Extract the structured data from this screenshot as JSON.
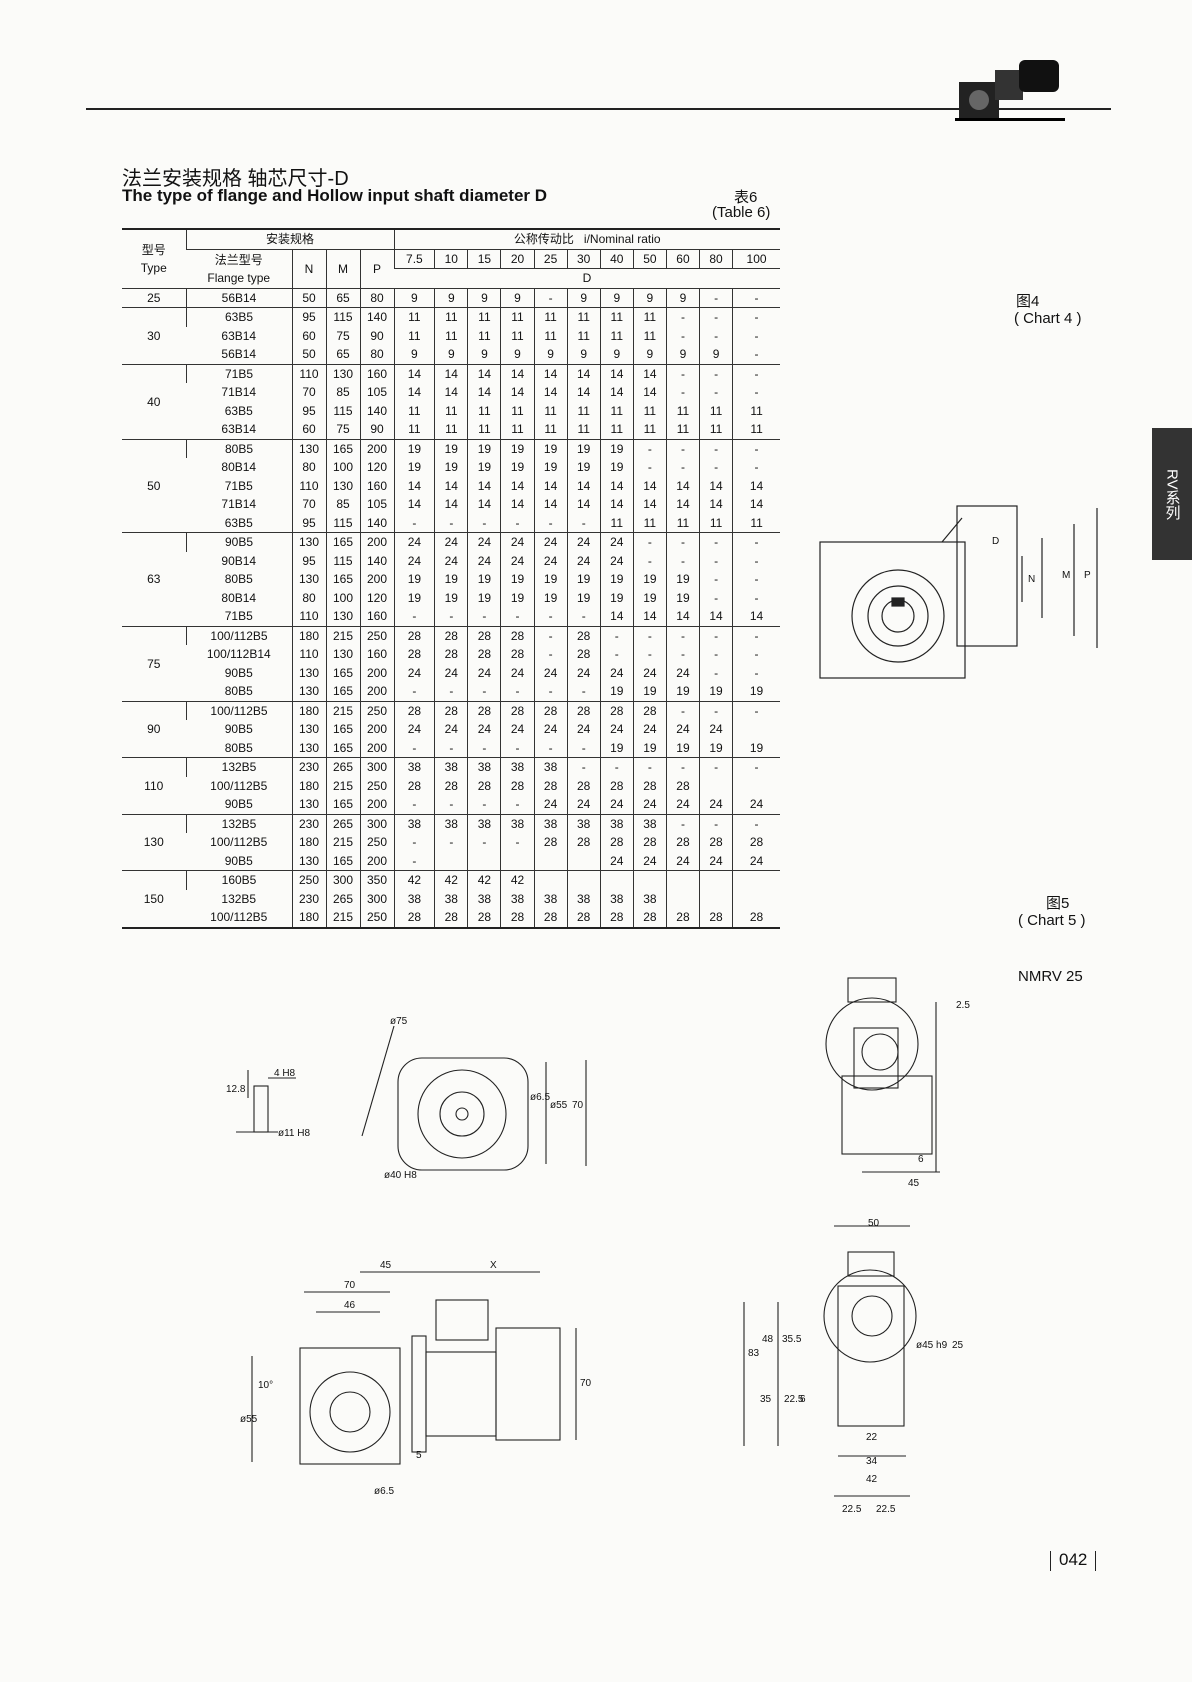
{
  "header": {
    "title_cn": "法兰安装规格 轴芯尺寸-D",
    "title_en": "The type of flange and Hollow input shaft diameter D",
    "table_cn": "表6",
    "table_en": "(Table 6)"
  },
  "side_tab": "RV系列",
  "captions": {
    "chart4_cn": "图4",
    "chart4_en": "( Chart 4 )",
    "chart5_cn": "图5",
    "chart5_en": "( Chart 5 )",
    "model": "NMRV   25"
  },
  "table": {
    "type_cn": "型号",
    "type_en": "Type",
    "install_cn": "安装规格",
    "flange_cn": "法兰型号",
    "flange_en": "Flange type",
    "col_n": "N",
    "col_m": "M",
    "col_p": "P",
    "ratio_cn": "公称传动比",
    "ratio_en": "i/Nominal ratio",
    "ratios": [
      "7.5",
      "10",
      "15",
      "20",
      "25",
      "30",
      "40",
      "50",
      "60",
      "80",
      "100"
    ],
    "d_label": "D",
    "groups": [
      {
        "type": "25",
        "rows": [
          {
            "flange": "56B14",
            "n": "50",
            "m": "65",
            "p": "80",
            "d": [
              "9",
              "9",
              "9",
              "9",
              "-",
              "9",
              "9",
              "9",
              "9",
              "-",
              "-"
            ]
          }
        ]
      },
      {
        "type": "30",
        "rows": [
          {
            "flange": "63B5",
            "n": "95",
            "m": "115",
            "p": "140",
            "d": [
              "11",
              "11",
              "11",
              "11",
              "11",
              "11",
              "11",
              "11",
              "-",
              "-",
              "-"
            ]
          },
          {
            "flange": "63B14",
            "n": "60",
            "m": "75",
            "p": "90",
            "d": [
              "11",
              "11",
              "11",
              "11",
              "11",
              "11",
              "11",
              "11",
              "-",
              "-",
              "-"
            ]
          },
          {
            "flange": "56B14",
            "n": "50",
            "m": "65",
            "p": "80",
            "d": [
              "9",
              "9",
              "9",
              "9",
              "9",
              "9",
              "9",
              "9",
              "9",
              "9",
              "-"
            ]
          }
        ]
      },
      {
        "type": "40",
        "rows": [
          {
            "flange": "71B5",
            "n": "110",
            "m": "130",
            "p": "160",
            "d": [
              "14",
              "14",
              "14",
              "14",
              "14",
              "14",
              "14",
              "14",
              "-",
              "-",
              "-"
            ]
          },
          {
            "flange": "71B14",
            "n": "70",
            "m": "85",
            "p": "105",
            "d": [
              "14",
              "14",
              "14",
              "14",
              "14",
              "14",
              "14",
              "14",
              "-",
              "-",
              "-"
            ]
          },
          {
            "flange": "63B5",
            "n": "95",
            "m": "115",
            "p": "140",
            "d": [
              "11",
              "11",
              "11",
              "11",
              "11",
              "11",
              "11",
              "11",
              "11",
              "11",
              "11"
            ]
          },
          {
            "flange": "63B14",
            "n": "60",
            "m": "75",
            "p": "90",
            "d": [
              "11",
              "11",
              "11",
              "11",
              "11",
              "11",
              "11",
              "11",
              "11",
              "11",
              "11"
            ]
          }
        ]
      },
      {
        "type": "50",
        "rows": [
          {
            "flange": "80B5",
            "n": "130",
            "m": "165",
            "p": "200",
            "d": [
              "19",
              "19",
              "19",
              "19",
              "19",
              "19",
              "19",
              "-",
              "-",
              "-",
              "-"
            ]
          },
          {
            "flange": "80B14",
            "n": "80",
            "m": "100",
            "p": "120",
            "d": [
              "19",
              "19",
              "19",
              "19",
              "19",
              "19",
              "19",
              "-",
              "-",
              "-",
              "-"
            ]
          },
          {
            "flange": "71B5",
            "n": "110",
            "m": "130",
            "p": "160",
            "d": [
              "14",
              "14",
              "14",
              "14",
              "14",
              "14",
              "14",
              "14",
              "14",
              "14",
              "14"
            ]
          },
          {
            "flange": "71B14",
            "n": "70",
            "m": "85",
            "p": "105",
            "d": [
              "14",
              "14",
              "14",
              "14",
              "14",
              "14",
              "14",
              "14",
              "14",
              "14",
              "14"
            ]
          },
          {
            "flange": "63B5",
            "n": "95",
            "m": "115",
            "p": "140",
            "d": [
              "-",
              "-",
              "-",
              "-",
              "-",
              "-",
              "11",
              "11",
              "11",
              "11",
              "11"
            ]
          }
        ]
      },
      {
        "type": "63",
        "rows": [
          {
            "flange": "90B5",
            "n": "130",
            "m": "165",
            "p": "200",
            "d": [
              "24",
              "24",
              "24",
              "24",
              "24",
              "24",
              "24",
              "-",
              "-",
              "-",
              "-"
            ]
          },
          {
            "flange": "90B14",
            "n": "95",
            "m": "115",
            "p": "140",
            "d": [
              "24",
              "24",
              "24",
              "24",
              "24",
              "24",
              "24",
              "-",
              "-",
              "-",
              "-"
            ]
          },
          {
            "flange": "80B5",
            "n": "130",
            "m": "165",
            "p": "200",
            "d": [
              "19",
              "19",
              "19",
              "19",
              "19",
              "19",
              "19",
              "19",
              "19",
              "-",
              "-"
            ]
          },
          {
            "flange": "80B14",
            "n": "80",
            "m": "100",
            "p": "120",
            "d": [
              "19",
              "19",
              "19",
              "19",
              "19",
              "19",
              "19",
              "19",
              "19",
              "-",
              "-"
            ]
          },
          {
            "flange": "71B5",
            "n": "110",
            "m": "130",
            "p": "160",
            "d": [
              "-",
              "-",
              "-",
              "-",
              "-",
              "-",
              "14",
              "14",
              "14",
              "14",
              "14"
            ]
          }
        ]
      },
      {
        "type": "75",
        "rows": [
          {
            "flange": "100/112B5",
            "n": "180",
            "m": "215",
            "p": "250",
            "d": [
              "28",
              "28",
              "28",
              "28",
              "-",
              "28",
              "-",
              "-",
              "-",
              "-",
              "-"
            ]
          },
          {
            "flange": "100/112B14",
            "n": "110",
            "m": "130",
            "p": "160",
            "d": [
              "28",
              "28",
              "28",
              "28",
              "-",
              "28",
              "-",
              "-",
              "-",
              "-",
              "-"
            ]
          },
          {
            "flange": "90B5",
            "n": "130",
            "m": "165",
            "p": "200",
            "d": [
              "24",
              "24",
              "24",
              "24",
              "24",
              "24",
              "24",
              "24",
              "24",
              "-",
              "-"
            ]
          },
          {
            "flange": "80B5",
            "n": "130",
            "m": "165",
            "p": "200",
            "d": [
              "-",
              "-",
              "-",
              "-",
              "-",
              "-",
              "19",
              "19",
              "19",
              "19",
              "19"
            ]
          }
        ]
      },
      {
        "type": "90",
        "rows": [
          {
            "flange": "100/112B5",
            "n": "180",
            "m": "215",
            "p": "250",
            "d": [
              "28",
              "28",
              "28",
              "28",
              "28",
              "28",
              "28",
              "28",
              "-",
              "-",
              "-"
            ]
          },
          {
            "flange": "90B5",
            "n": "130",
            "m": "165",
            "p": "200",
            "d": [
              "24",
              "24",
              "24",
              "24",
              "24",
              "24",
              "24",
              "24",
              "24",
              "24",
              ""
            ]
          },
          {
            "flange": "80B5",
            "n": "130",
            "m": "165",
            "p": "200",
            "d": [
              "-",
              "-",
              "-",
              "-",
              "-",
              "-",
              "19",
              "19",
              "19",
              "19",
              "19"
            ]
          }
        ]
      },
      {
        "type": "110",
        "rows": [
          {
            "flange": "132B5",
            "n": "230",
            "m": "265",
            "p": "300",
            "d": [
              "38",
              "38",
              "38",
              "38",
              "38",
              "-",
              "-",
              "-",
              "-",
              "-",
              "-"
            ]
          },
          {
            "flange": "100/112B5",
            "n": "180",
            "m": "215",
            "p": "250",
            "d": [
              "28",
              "28",
              "28",
              "28",
              "28",
              "28",
              "28",
              "28",
              "28",
              "",
              ""
            ]
          },
          {
            "flange": "90B5",
            "n": "130",
            "m": "165",
            "p": "200",
            "d": [
              "-",
              "-",
              "-",
              "-",
              "24",
              "24",
              "24",
              "24",
              "24",
              "24",
              "24"
            ]
          }
        ]
      },
      {
        "type": "130",
        "rows": [
          {
            "flange": "132B5",
            "n": "230",
            "m": "265",
            "p": "300",
            "d": [
              "38",
              "38",
              "38",
              "38",
              "38",
              "38",
              "38",
              "38",
              "-",
              "-",
              "-"
            ]
          },
          {
            "flange": "100/112B5",
            "n": "180",
            "m": "215",
            "p": "250",
            "d": [
              "-",
              "-",
              "-",
              "-",
              "28",
              "28",
              "28",
              "28",
              "28",
              "28",
              "28"
            ]
          },
          {
            "flange": "90B5",
            "n": "130",
            "m": "165",
            "p": "200",
            "d": [
              "-",
              "",
              "",
              "",
              "",
              "",
              "24",
              "24",
              "24",
              "24",
              "24"
            ]
          }
        ]
      },
      {
        "type": "150",
        "rows": [
          {
            "flange": "160B5",
            "n": "250",
            "m": "300",
            "p": "350",
            "d": [
              "42",
              "42",
              "42",
              "42",
              "",
              "",
              "",
              "",
              "",
              "",
              ""
            ]
          },
          {
            "flange": "132B5",
            "n": "230",
            "m": "265",
            "p": "300",
            "d": [
              "38",
              "38",
              "38",
              "38",
              "38",
              "38",
              "38",
              "38",
              "",
              "",
              ""
            ]
          },
          {
            "flange": "100/112B5",
            "n": "180",
            "m": "215",
            "p": "250",
            "d": [
              "28",
              "28",
              "28",
              "28",
              "28",
              "28",
              "28",
              "28",
              "28",
              "28",
              "28"
            ]
          }
        ]
      }
    ]
  },
  "drawing_labels": {
    "chart4": {
      "d": "D",
      "n": "N",
      "m": "M",
      "p": "P"
    },
    "key": {
      "h": "12.8",
      "w": "4 H8",
      "d": "ø11 H8"
    },
    "flange": {
      "dia": "ø75",
      "bore": "ø40 H8",
      "hole": "ø6.5",
      "pcd": "ø55",
      "h": "70"
    },
    "side": {
      "w": "2.5",
      "a": "6",
      "b": "45"
    },
    "motor": {
      "a": "45",
      "x": "X",
      "b": "70",
      "c": "46",
      "h": "70",
      "d": "ø55",
      "ang": "10°",
      "s": "5",
      "hole": "ø6.5"
    },
    "front": {
      "w": "50",
      "h1": "83",
      "h2": "48",
      "h3": "35.5",
      "h4": "35",
      "h5": "22.5",
      "h6": "6",
      "d": "ø45 h9",
      "k": "25",
      "b1": "22",
      "b2": "34",
      "b3": "42",
      "c1": "22.5",
      "c2": "22.5"
    }
  },
  "page_number": "042"
}
